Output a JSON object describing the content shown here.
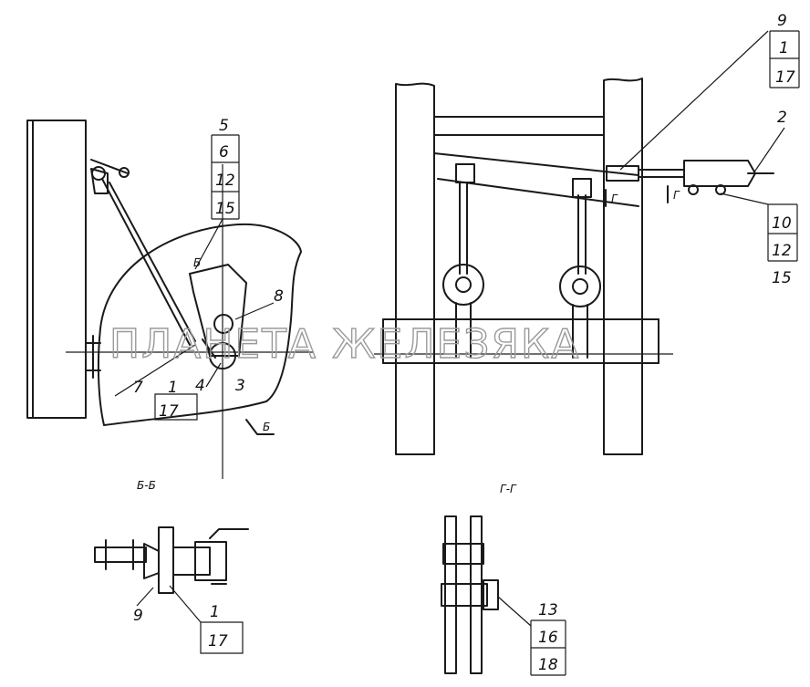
{
  "watermark": "ПЛАНЕТА ЖЕЛЕЗЯКА",
  "views": {
    "left_caption": "Б-Б",
    "right_caption": "Г-Г",
    "section_a_left": "Б",
    "section_a_right": "Г",
    "arrow_b": "Б",
    "arrow_f1": "Г",
    "arrow_f2": "Г"
  },
  "callouts": {
    "left_stack": [
      "5",
      "6",
      "12",
      "15"
    ],
    "left_8": "8",
    "left_bottom": [
      "7",
      "1",
      "17",
      "4",
      "3"
    ],
    "right_top": [
      "9",
      "1",
      "17"
    ],
    "right_2": "2",
    "right_side": [
      "10",
      "12",
      "15"
    ],
    "detail_left": [
      "9",
      "1",
      "17"
    ],
    "detail_right": [
      "13",
      "16",
      "18"
    ]
  }
}
